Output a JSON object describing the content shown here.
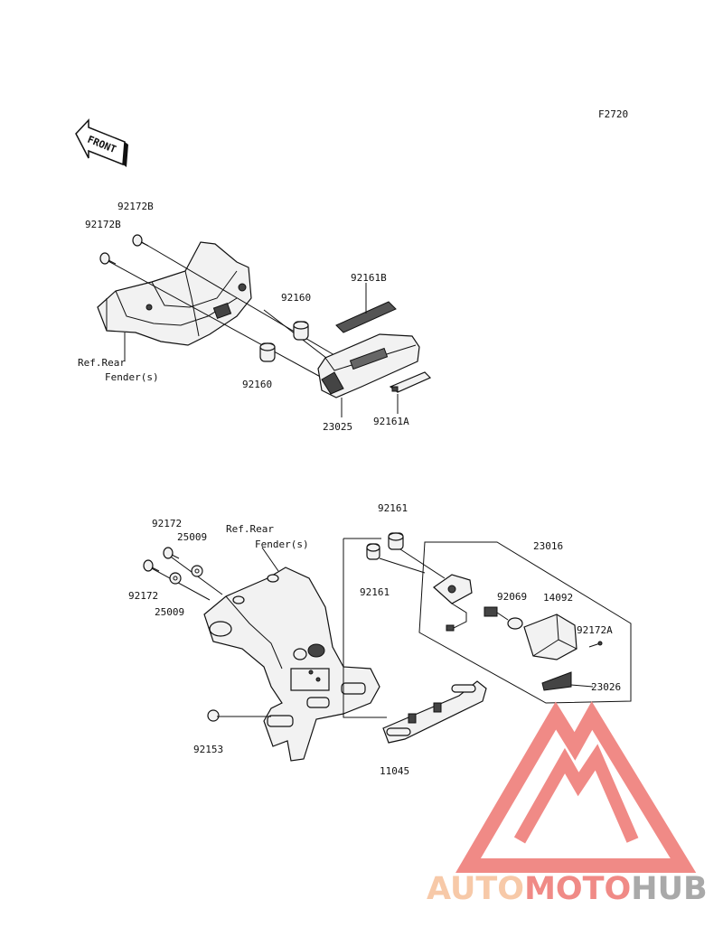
{
  "figure_code": "F2720",
  "front_arrow_label": "FRONT",
  "upper_assembly": {
    "labels": {
      "bolt_top": "92172B",
      "bolt_left": "92172B",
      "ref_line1": "Ref.Rear",
      "ref_line2": "Fender(s)",
      "damper_upper": "92160",
      "damper_lower": "92160",
      "pad": "92161B",
      "light_unit": "23025",
      "bracket": "92161A"
    }
  },
  "lower_assembly": {
    "labels": {
      "bolt_top": "92172",
      "washer_top": "25009",
      "bolt_left": "92172",
      "washer_left": "25009",
      "ref_line1": "Ref.Rear",
      "ref_line2": "Fender(s)",
      "grommet_top": "92161",
      "grommet_lower": "92161",
      "license_lamp": "23016",
      "bulb": "92069",
      "lens": "14092",
      "screw": "92172A",
      "reflector": "23026",
      "bolt_bottom": "92153",
      "plate_bracket": "11045"
    }
  },
  "watermark": {
    "text_auto": "AUTO",
    "text_moto": "MOTO",
    "text_hub": "HUB",
    "color_light": "#f7c9a8",
    "color_red": "#f08a86",
    "color_gray": "#a9a9a9"
  }
}
